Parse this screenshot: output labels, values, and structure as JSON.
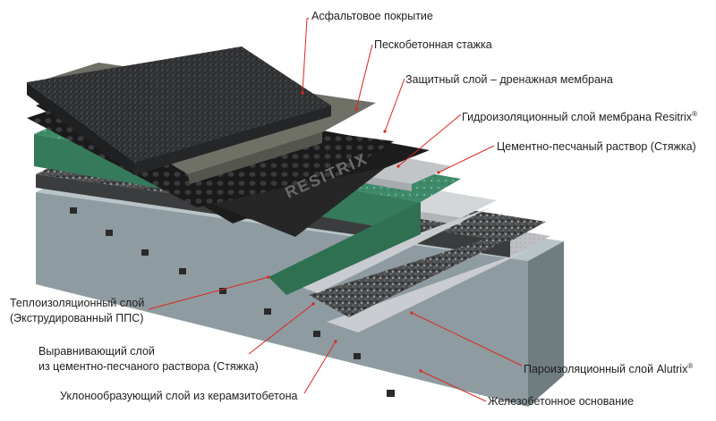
{
  "labels": {
    "asphalt": "Асфальтовое покрытие",
    "sand_concrete": "Пескобетонная стажка",
    "drainage": "Защитный слой – дренажная мембрана",
    "waterproof": "Гидроизоляционный слой мембрана Resitrix",
    "waterproof_mark": "®",
    "cement_screed": "Цементно-песчаный раствор (Стяжка)",
    "insulation_line1": "Теплоизоляционный слой",
    "insulation_line2": "(Экструдированный ППС)",
    "leveling_line1": "Выравнивающий слой",
    "leveling_line2": "из цементно-песчаного раствора (Стяжка)",
    "slope": "Уклонообразующий слой из керамзитобетона",
    "vapor": "Пароизоляционный слой Alutrix",
    "vapor_mark": "®",
    "base": "Железобетонное основание"
  },
  "brand_print": "RESITRIX",
  "colors": {
    "label_text": "#1e1e1e",
    "leader_line": "#d9281f",
    "concrete_base": "#8e9ba0",
    "insulation": "#3f8a6a",
    "asphalt": "#2c2d2f",
    "membrane": "#1c1c1d"
  }
}
